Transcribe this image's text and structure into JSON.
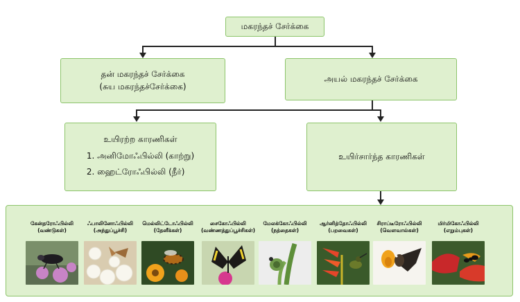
{
  "root": {
    "title": "மகரந்தச் சேர்க்கை"
  },
  "self": {
    "line1": "தன் மகரந்தச் சேர்க்கை",
    "line2": "(சுய மகரந்தச்சேர்க்கை)"
  },
  "cross": {
    "title": "அயல் மகரந்தச் சேர்க்கை"
  },
  "abiotic": {
    "title": "உயிரற்ற காரணிகள்",
    "items": [
      "1. அனிமோஃபில்லி (காற்று)",
      "2. ஹைட்ரோஃபில்லி (நீர்)"
    ]
  },
  "biotic": {
    "title": "உயிர்சார்ந்த காரணிகள்"
  },
  "types": [
    {
      "name": "கேன்தரோஃபில்லி",
      "agent": "(வண்டுகள்)",
      "icon": "beetle-on-flower"
    },
    {
      "name": "ஃபாலினோஃபில்லி",
      "agent": "(அந்துப்பூச்சி)",
      "icon": "moth-on-flower"
    },
    {
      "name": "மெல்லிட்டோஃபில்லி",
      "agent": "(தேனீக்கள்)",
      "icon": "bee-on-flower"
    },
    {
      "name": "சைகோஃபில்லி",
      "agent": "(வண்ணத்துப்பூச்சிகள்)",
      "icon": "butterfly-on-flower"
    },
    {
      "name": "மேலக்கோஃபில்லி",
      "agent": "(நத்தைகள்)",
      "icon": "snail-on-flower"
    },
    {
      "name": "ஆர்னித்தோஃபில்லி",
      "agent": "(பறவைகள்)",
      "icon": "bird-on-flower"
    },
    {
      "name": "சிராப்டீரோஃபில்லி",
      "agent": "(வௌவால்கள்)",
      "icon": "bat-on-flower"
    },
    {
      "name": "மிர்மிகோஃபில்லி",
      "agent": "(எறும்புகள்)",
      "icon": "ant-on-flower"
    }
  ]
}
